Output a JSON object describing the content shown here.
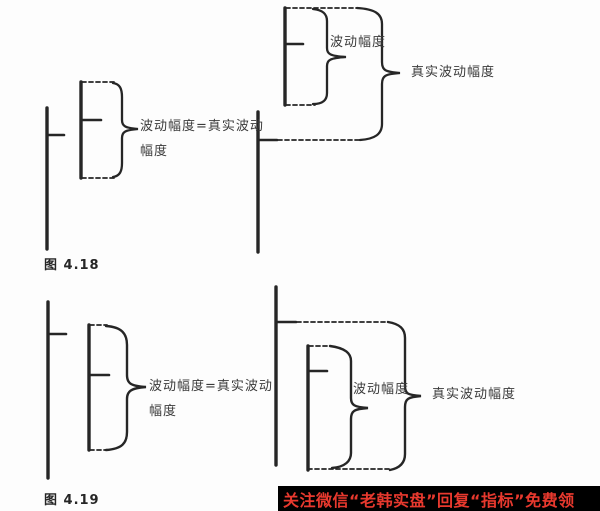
{
  "page": {
    "background_color": "#fdfdfd",
    "line_color": "#262626",
    "text_color": "#3a3a3a"
  },
  "figure_418": {
    "caption": "图 4.18",
    "left_label_line1": "波动幅度=真实波动",
    "left_label_line2": "幅度",
    "right_small_brace_label": "波动幅度",
    "right_big_brace_label": "真实波动幅度"
  },
  "figure_419": {
    "caption": "图 4.19",
    "left_label_line1": "波动幅度=真实波动",
    "left_label_line2": "幅度",
    "right_small_brace_label": "波动幅度",
    "right_big_brace_label": "真实波动幅度"
  },
  "banner": {
    "text": "关注微信“老韩实盘”回复“指标”免费领",
    "background_color": "#000000",
    "text_color": "#e8392e"
  }
}
